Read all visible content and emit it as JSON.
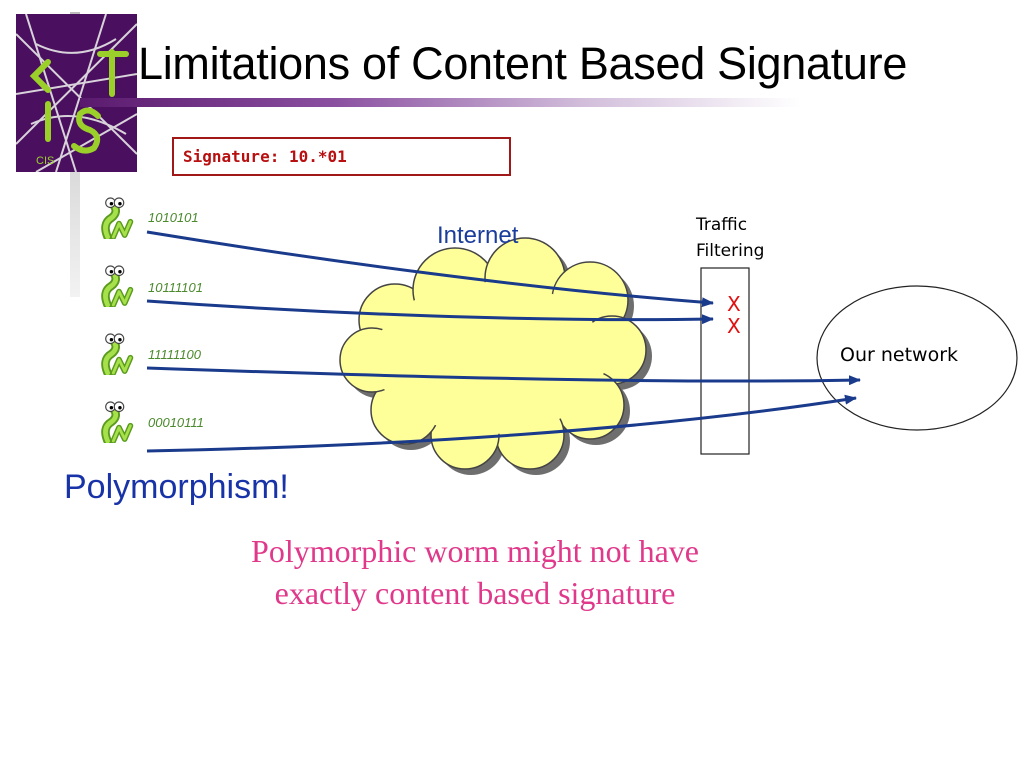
{
  "slide": {
    "title": "Limitations of Content Based Signature",
    "logo": {
      "icon": "cis-logo",
      "text": "CIS"
    }
  },
  "signature": {
    "text": "Signature: 10.*01"
  },
  "worms": [
    {
      "bits": "1010101",
      "icon": "worm-icon",
      "blocked": true
    },
    {
      "bits": "10111101",
      "icon": "worm-icon",
      "blocked": true
    },
    {
      "bits": "11111100",
      "icon": "worm-icon",
      "blocked": false
    },
    {
      "bits": "00010111",
      "icon": "worm-icon",
      "blocked": false
    }
  ],
  "internet": {
    "label": "Internet",
    "fill": "#ffff99"
  },
  "traffic_filter": {
    "line1": "Traffic",
    "line2": "Filtering",
    "block_mark": "X"
  },
  "network": {
    "label": "Our network"
  },
  "polymorphism": {
    "heading": "Polymorphism!",
    "description_line1": "Polymorphic worm might not have",
    "description_line2": "exactly content based signature"
  },
  "colors": {
    "arrow": "#1a3a8c",
    "block_mark": "#e01010",
    "title_bar": "#5a1a6e",
    "heading": "#1833a8",
    "description": "#e0388a",
    "signature": "#b81010",
    "bits": "#4c8a2e"
  }
}
